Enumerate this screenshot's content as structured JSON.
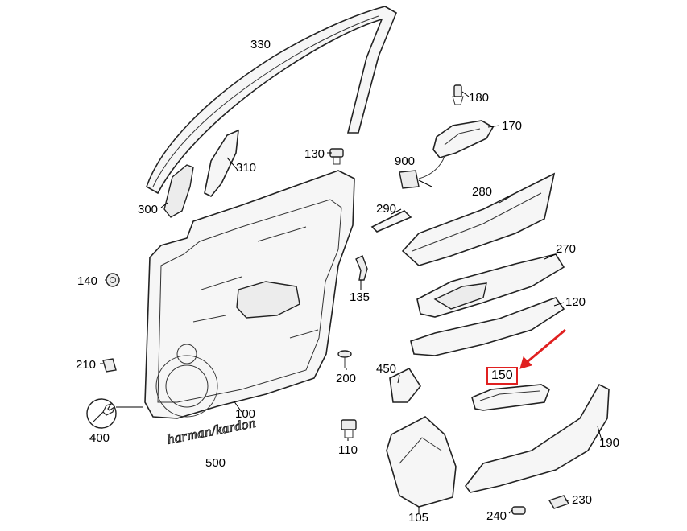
{
  "diagram": {
    "parts": [
      {
        "id": "330",
        "label": "330"
      },
      {
        "id": "310",
        "label": "310"
      },
      {
        "id": "300",
        "label": "300"
      },
      {
        "id": "130",
        "label": "130"
      },
      {
        "id": "180",
        "label": "180"
      },
      {
        "id": "170",
        "label": "170"
      },
      {
        "id": "900",
        "label": "900"
      },
      {
        "id": "280",
        "label": "280"
      },
      {
        "id": "290",
        "label": "290"
      },
      {
        "id": "270",
        "label": "270"
      },
      {
        "id": "140",
        "label": "140"
      },
      {
        "id": "135",
        "label": "135"
      },
      {
        "id": "120",
        "label": "120"
      },
      {
        "id": "210",
        "label": "210"
      },
      {
        "id": "200",
        "label": "200"
      },
      {
        "id": "450",
        "label": "450"
      },
      {
        "id": "150",
        "label": "150",
        "highlighted": true
      },
      {
        "id": "400",
        "label": "400"
      },
      {
        "id": "100",
        "label": "100"
      },
      {
        "id": "190",
        "label": "190"
      },
      {
        "id": "110",
        "label": "110"
      },
      {
        "id": "500",
        "label": "500"
      },
      {
        "id": "105",
        "label": "105"
      },
      {
        "id": "240",
        "label": "240"
      },
      {
        "id": "230",
        "label": "230"
      }
    ],
    "emblem_text": "harman/kardon",
    "highlight_color": "#e02020"
  }
}
